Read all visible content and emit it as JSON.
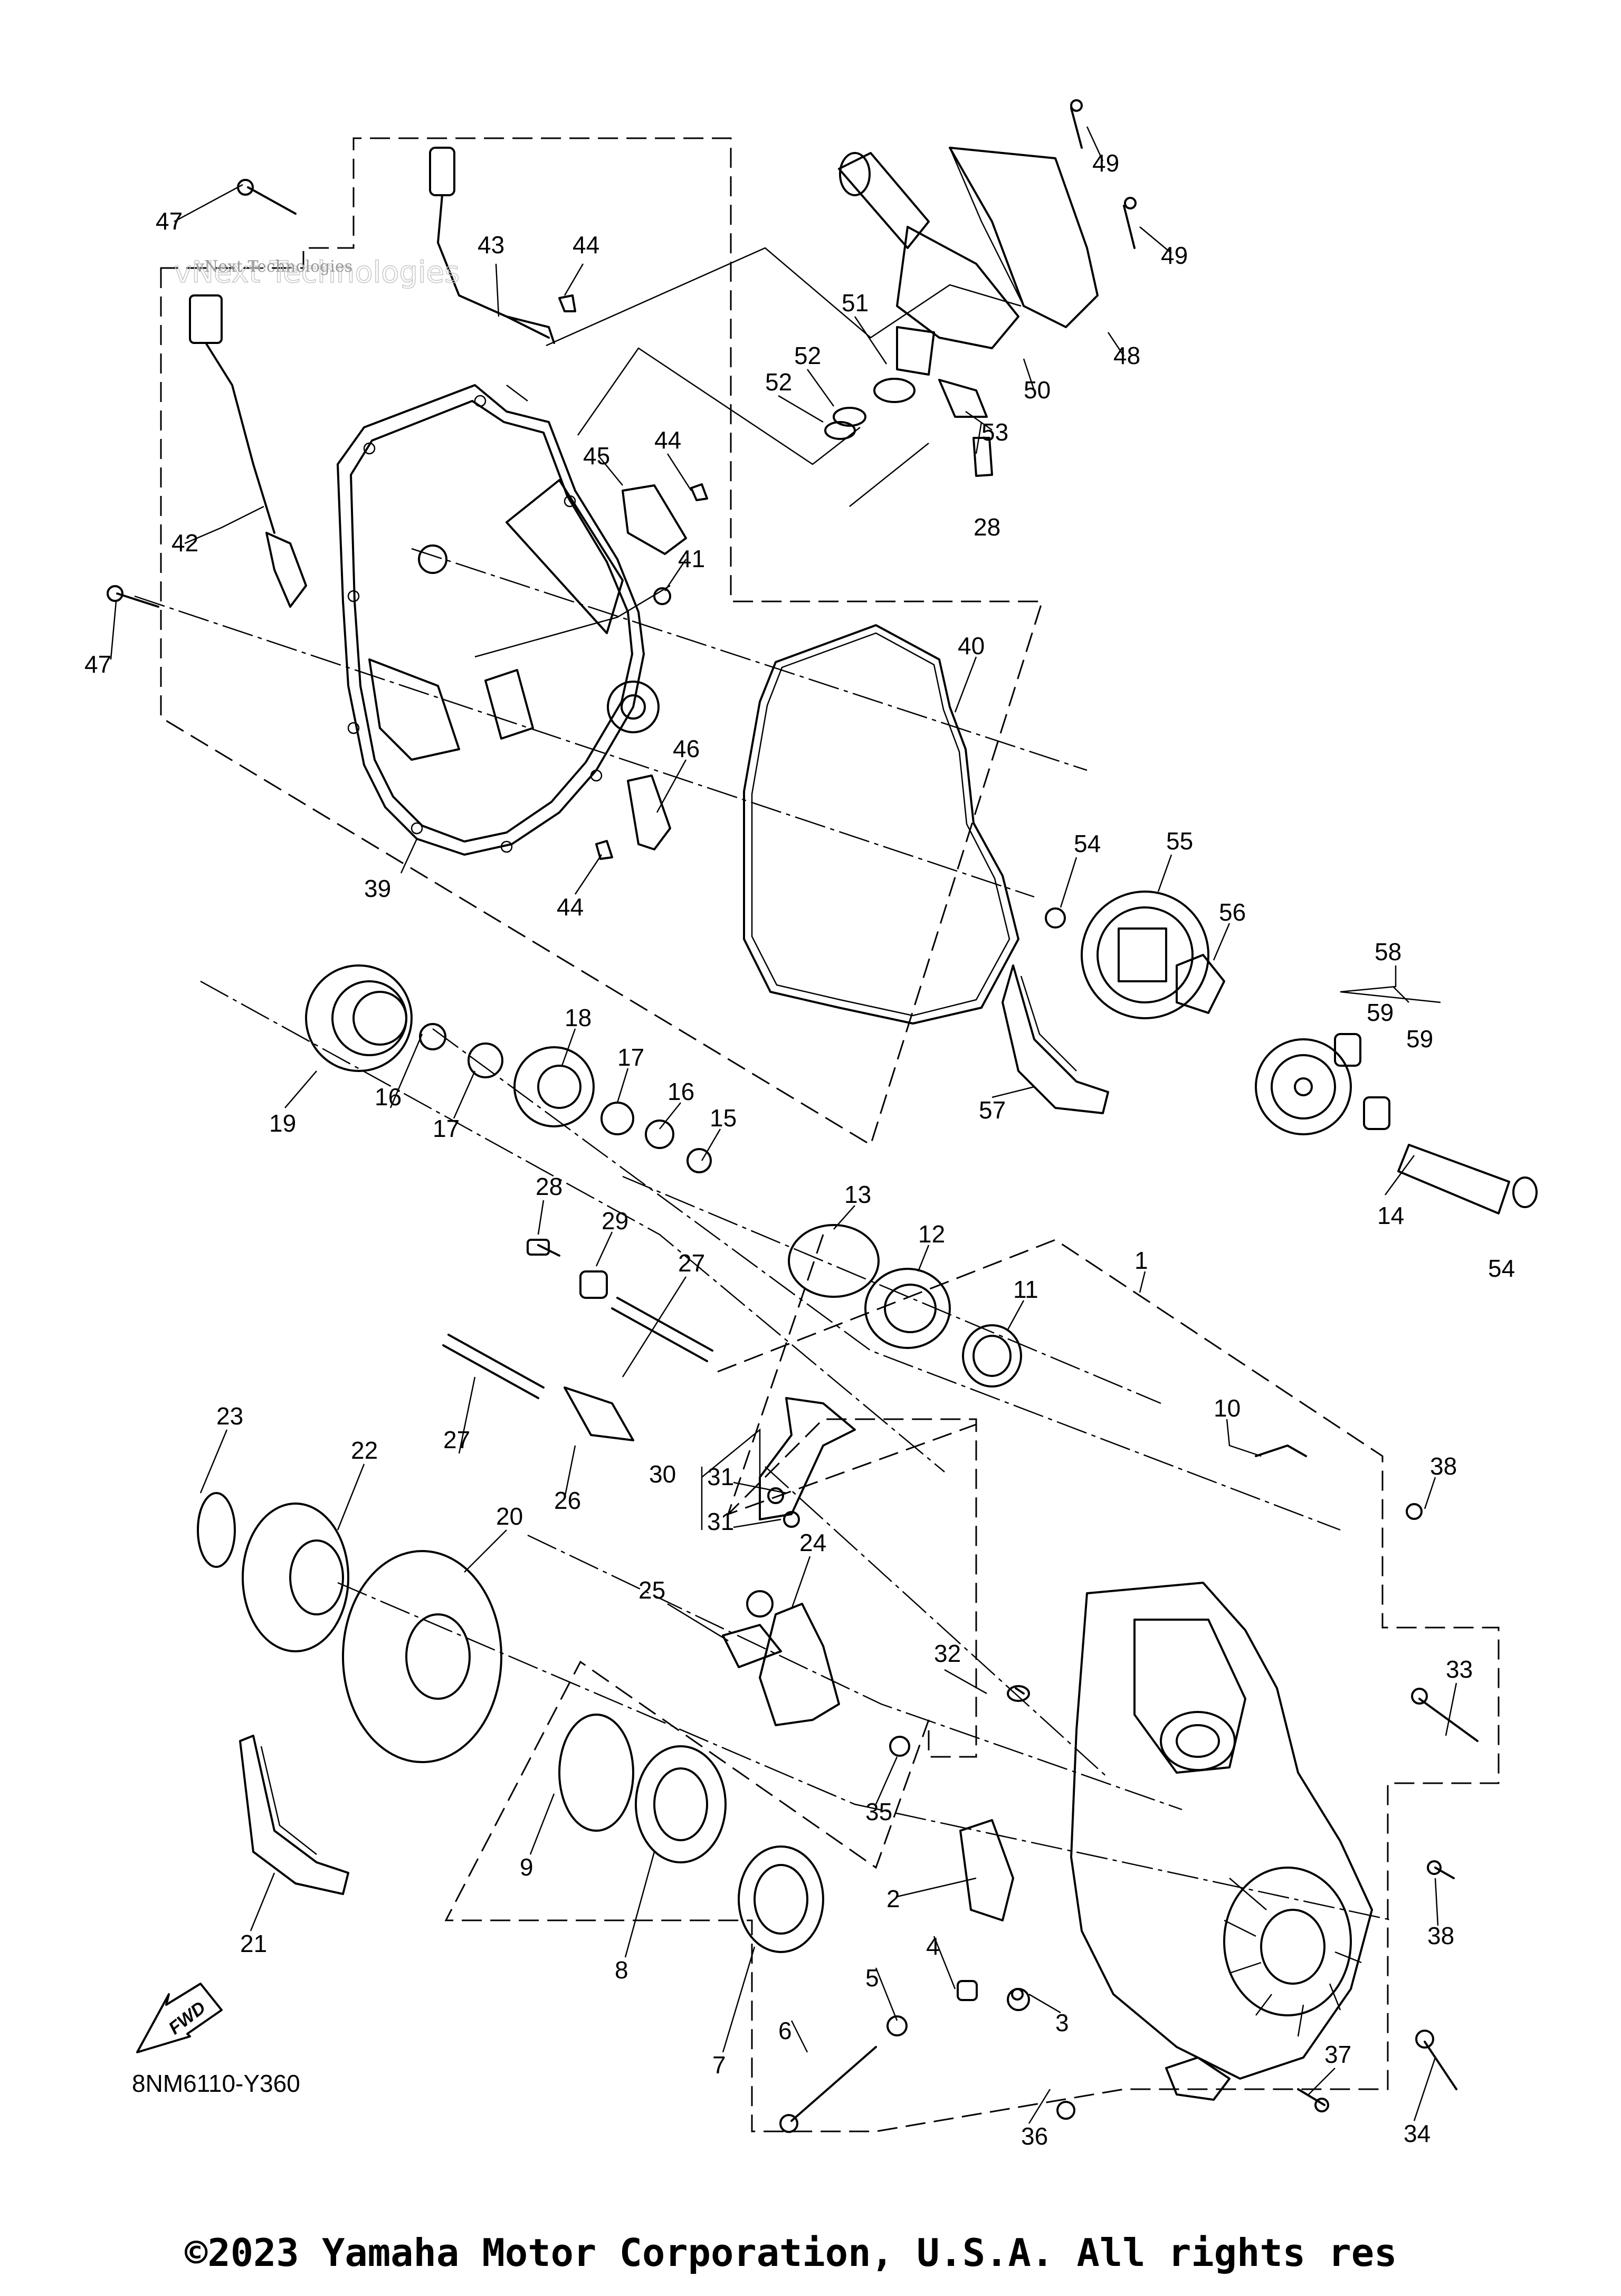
{
  "diagram": {
    "code": "8NM6110-Y360",
    "fwd_label": "FWD",
    "watermark_line1": "vNext Technologies",
    "watermark_line2": "vNext Technologies",
    "copyright": "©2023 Yamaha Motor Corporation, U.S.A. All rights res",
    "callouts": [
      "1",
      "2",
      "3",
      "4",
      "5",
      "6",
      "7",
      "8",
      "9",
      "10",
      "11",
      "12",
      "13",
      "14",
      "15",
      "16",
      "16",
      "17",
      "17",
      "18",
      "19",
      "20",
      "21",
      "22",
      "23",
      "24",
      "25",
      "26",
      "27",
      "27",
      "28",
      "28",
      "29",
      "30",
      "31",
      "31",
      "32",
      "33",
      "34",
      "35",
      "36",
      "37",
      "38",
      "38",
      "39",
      "40",
      "41",
      "42",
      "43",
      "44",
      "44",
      "44",
      "45",
      "46",
      "47",
      "47",
      "48",
      "49",
      "49",
      "50",
      "51",
      "52",
      "52",
      "53",
      "54",
      "54",
      "55",
      "56",
      "57",
      "58",
      "59",
      "59"
    ]
  }
}
